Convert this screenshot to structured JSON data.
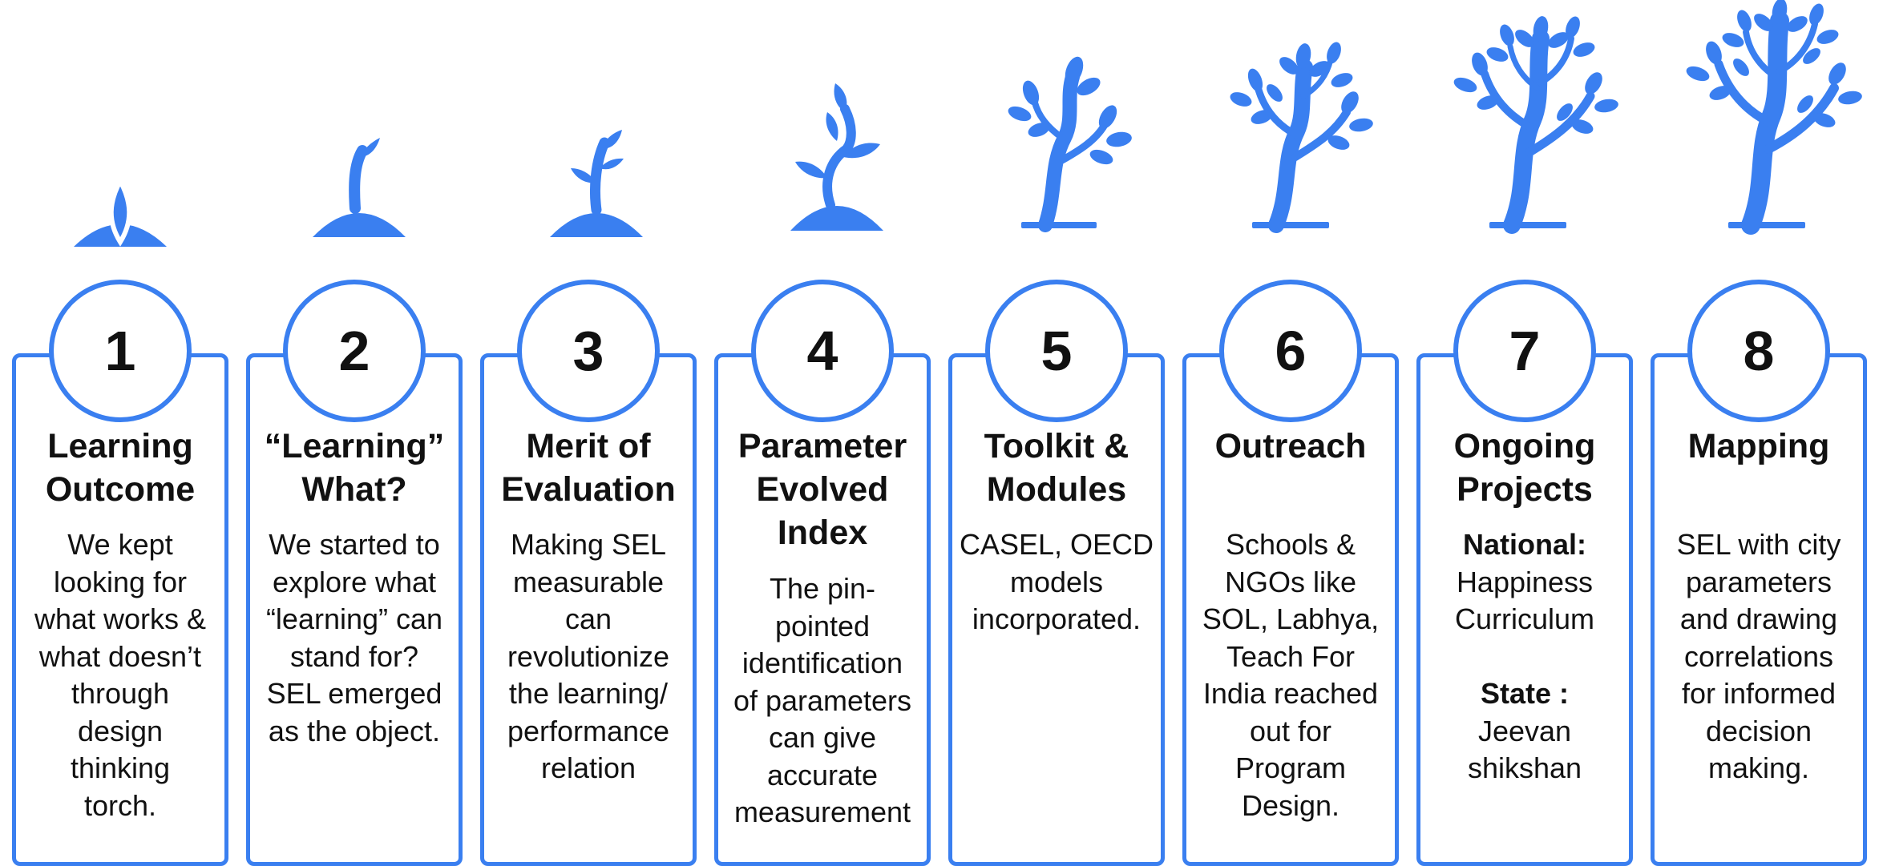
{
  "accent_color": "#3a7ff0",
  "steps": [
    {
      "number": "1",
      "title": [
        "Learning",
        "Outcome"
      ],
      "plant_stage": "seed-icon",
      "description": [
        "We kept",
        "looking for",
        "what works &",
        "what doesn’t",
        "through",
        "design",
        "thinking",
        "torch."
      ]
    },
    {
      "number": "2",
      "title": [
        "“Learning”",
        "What?"
      ],
      "plant_stage": "sprout-icon",
      "description": [
        "We started to",
        "explore what",
        "“learning” can",
        "stand for?",
        "SEL emerged",
        "as the object."
      ]
    },
    {
      "number": "3",
      "title": [
        "Merit of",
        "Evaluation"
      ],
      "plant_stage": "seedling-icon",
      "description": [
        "Making SEL",
        "measurable",
        "can",
        "revolutionize",
        "the learning/",
        "performance",
        "relation"
      ]
    },
    {
      "number": "4",
      "title": [
        "Parameter",
        "Evolved",
        "Index"
      ],
      "plant_stage": "young-plant-icon",
      "description": [
        "The pin-",
        "pointed",
        "identification",
        "of parameters",
        "can give",
        "accurate",
        "measurement"
      ]
    },
    {
      "number": "5",
      "title": [
        "Toolkit &",
        "Modules"
      ],
      "plant_stage": "sapling-icon",
      "description": [
        "CASEL, OECD",
        "models",
        "incorporated."
      ]
    },
    {
      "number": "6",
      "title": [
        "Outreach"
      ],
      "plant_stage": "small-tree-icon",
      "description": [
        "Schools &",
        "NGOs like",
        "SOL, Labhya,",
        "Teach For",
        "India reached",
        "out for",
        "Program",
        "Design."
      ]
    },
    {
      "number": "7",
      "title": [
        "Ongoing",
        "Projects"
      ],
      "plant_stage": "growing-tree-icon",
      "description_blocks": [
        {
          "label": "National:",
          "lines": [
            "Happiness",
            "Curriculum"
          ]
        },
        {
          "label": "State :",
          "lines": [
            "Jeevan",
            "shikshan"
          ]
        }
      ]
    },
    {
      "number": "8",
      "title": [
        "Mapping"
      ],
      "plant_stage": "full-tree-icon",
      "description": [
        "SEL with city",
        "parameters",
        "and drawing",
        "correlations",
        "for informed",
        "decision",
        "making."
      ]
    }
  ]
}
